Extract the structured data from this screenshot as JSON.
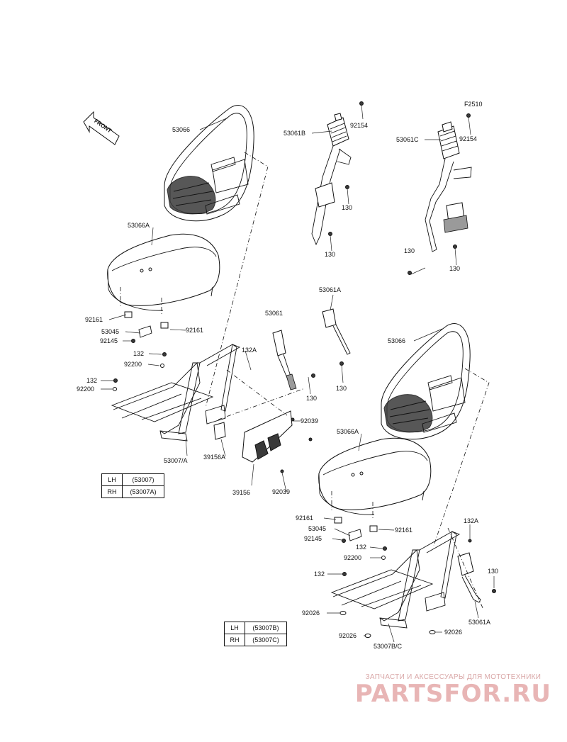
{
  "direction_label": "FRONT",
  "figure_ref": "F2510",
  "callouts": {
    "c53066_top": "53066",
    "c53066A_top": "53066A",
    "c92161_l1": "92161",
    "c92161_l2": "92161",
    "c53045_l": "53045",
    "c92145_l": "92145",
    "c132_l1": "132",
    "c92200_l1": "92200",
    "c132_l2": "132",
    "c92200_l2": "92200",
    "c132A_l": "132A",
    "c53007A": "53007/A",
    "c39156A": "39156A",
    "c39156": "39156",
    "c92039_a": "92039",
    "c92039_b": "92039",
    "c53061": "53061",
    "c130_mid": "130",
    "c53061A_mid": "53061A",
    "c130_mid2": "130",
    "c53061B": "53061B",
    "c92154_a": "92154",
    "c130_b1": "130",
    "c130_b2": "130",
    "c53061C": "53061C",
    "c92154_b": "92154",
    "c130_c1": "130",
    "c130_c2": "130",
    "c53066_r": "53066",
    "c53066A_r": "53066A",
    "c92161_r1": "92161",
    "c53045_r": "53045",
    "c92161_r2": "92161",
    "c92145_r": "92145",
    "c132_r1": "132",
    "c92200_r": "92200",
    "c132_r2": "132",
    "c92026_a": "92026",
    "c92026_b": "92026",
    "c53007BC": "53007B/C",
    "c92026_c": "92026",
    "c132A_r": "132A",
    "c130_r": "130",
    "c53061A_r": "53061A"
  },
  "table_left": [
    {
      "side": "LH",
      "part": "(53007)"
    },
    {
      "side": "RH",
      "part": "(53007A)"
    }
  ],
  "table_right": [
    {
      "side": "LH",
      "part": "(53007B)"
    },
    {
      "side": "RH",
      "part": "(53007C)"
    }
  ],
  "watermark": {
    "tagline": "ЗАПЧАСТИ И АКСЕССУАРЫ ДЛЯ МОТОТЕХНИКИ",
    "logo": "PARTSFOR.RU"
  }
}
